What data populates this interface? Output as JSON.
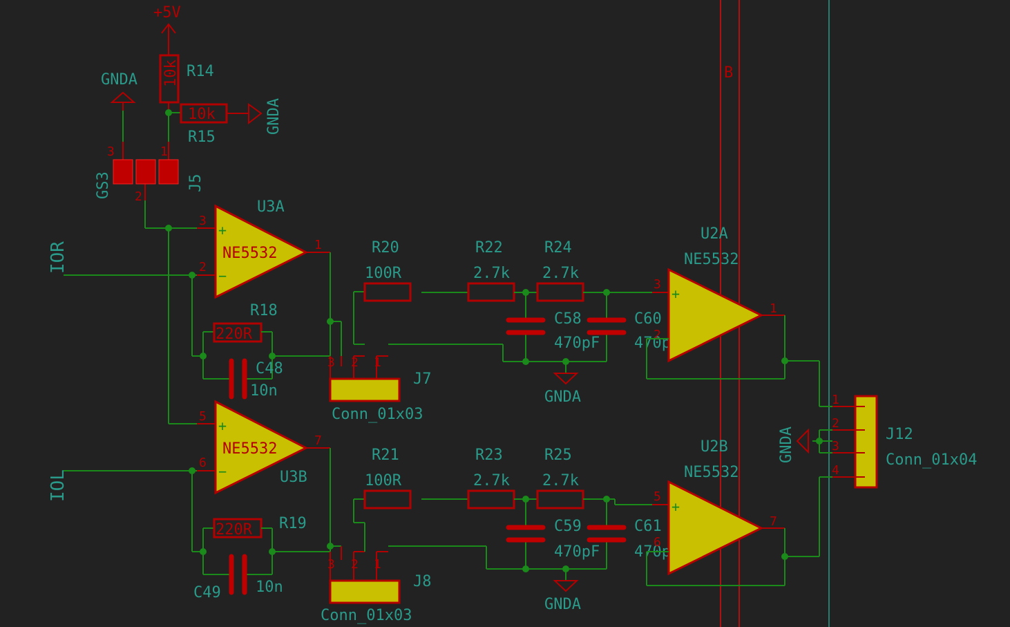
{
  "power": {
    "vcc": "+5V",
    "gnd": "GNDA"
  },
  "nets": {
    "ior": "IOR",
    "iol": "IOL",
    "bus_label": "B"
  },
  "resistors": {
    "r14": {
      "ref": "R14",
      "value": "10k"
    },
    "r15": {
      "ref": "R15",
      "value": "10k"
    },
    "r18": {
      "ref": "R18",
      "value": "220R"
    },
    "r19": {
      "ref": "R19",
      "value": "220R"
    },
    "r20": {
      "ref": "R20",
      "value": "100R"
    },
    "r21": {
      "ref": "R21",
      "value": "100R"
    },
    "r22": {
      "ref": "R22",
      "value": "2.7k"
    },
    "r23": {
      "ref": "R23",
      "value": "2.7k"
    },
    "r24": {
      "ref": "R24",
      "value": "2.7k"
    },
    "r25": {
      "ref": "R25",
      "value": "2.7k"
    }
  },
  "capacitors": {
    "c48": {
      "ref": "C48",
      "value": "10n"
    },
    "c49": {
      "ref": "C49",
      "value": "10n"
    },
    "c58": {
      "ref": "C58",
      "value": "470pF"
    },
    "c59": {
      "ref": "C59",
      "value": "470pF"
    },
    "c60": {
      "ref": "C60",
      "value": "470pF"
    },
    "c61": {
      "ref": "C61",
      "value": "470pF"
    }
  },
  "opamps": {
    "u3a": {
      "ref": "U3A",
      "value": "NE5532",
      "pins": [
        "3",
        "2",
        "1"
      ]
    },
    "u3b": {
      "ref": "U3B",
      "value": "NE5532",
      "pins": [
        "5",
        "6",
        "7"
      ]
    },
    "u2a": {
      "ref": "U2A",
      "value": "NE5532",
      "pins": [
        "3",
        "2",
        "1"
      ]
    },
    "u2b": {
      "ref": "U2B",
      "value": "NE5532",
      "pins": [
        "5",
        "6",
        "7"
      ]
    },
    "plus": "+",
    "minus": "−"
  },
  "connectors": {
    "j5": {
      "ref": "J5",
      "value": "GS3",
      "pins": [
        "3",
        "2",
        "1"
      ]
    },
    "j7": {
      "ref": "J7",
      "value": "Conn_01x03",
      "pins": [
        "3",
        "2",
        "1"
      ]
    },
    "j8": {
      "ref": "J8",
      "value": "Conn_01x03",
      "pins": [
        "3",
        "2",
        "1"
      ]
    },
    "j12": {
      "ref": "J12",
      "value": "Conn_01x04",
      "pins": [
        "1",
        "2",
        "3",
        "4"
      ]
    }
  }
}
